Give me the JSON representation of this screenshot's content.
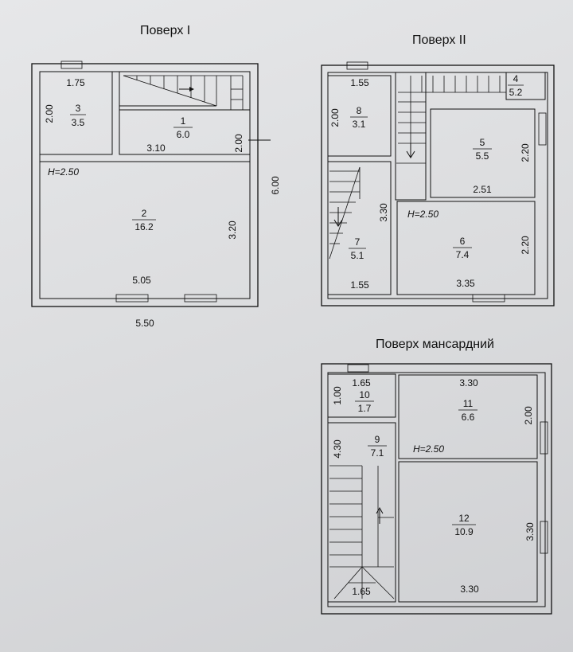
{
  "floors": [
    {
      "title": "Поверх I",
      "rooms": [
        {
          "no": "1",
          "area": "6.0"
        },
        {
          "no": "2",
          "area": "16.2"
        },
        {
          "no": "3",
          "area": "3.5"
        }
      ],
      "dims": {
        "room3_width": "1.75",
        "room3_height": "2.00",
        "room1_width": "3.10",
        "room1_height": "2.00",
        "room2_width": "5.05",
        "room2_height": "3.20",
        "total_width": "5.50",
        "total_height": "6.00"
      },
      "ceiling_height": "H=2.50"
    },
    {
      "title": "Поверх II",
      "rooms": [
        {
          "no": "4",
          "area": "5.2"
        },
        {
          "no": "5",
          "area": "5.5"
        },
        {
          "no": "6",
          "area": "7.4"
        },
        {
          "no": "7",
          "area": "5.1"
        },
        {
          "no": "8",
          "area": "3.1"
        }
      ],
      "dims": {
        "room8_width": "1.55",
        "room8_height": "2.00",
        "room5_width": "2.51",
        "room5_height": "2.20",
        "room7_height": "3.30",
        "room7_width": "1.55",
        "room6_width": "3.35",
        "room6_height": "2.20"
      },
      "ceiling_height": "H=2.50"
    },
    {
      "title": "Поверх мансардний",
      "rooms": [
        {
          "no": "9",
          "area": "7.1"
        },
        {
          "no": "10",
          "area": "1.7"
        },
        {
          "no": "11",
          "area": "6.6"
        },
        {
          "no": "12",
          "area": "10.9"
        }
      ],
      "dims": {
        "room10_width": "1.65",
        "room10_height": "1.00",
        "room11_width": "3.30",
        "room11_height": "2.00",
        "room9_height": "4.30",
        "room9_width": "1.65",
        "room12_height": "3.30",
        "room12_width": "3.30"
      },
      "ceiling_height": "H=2.50"
    }
  ]
}
